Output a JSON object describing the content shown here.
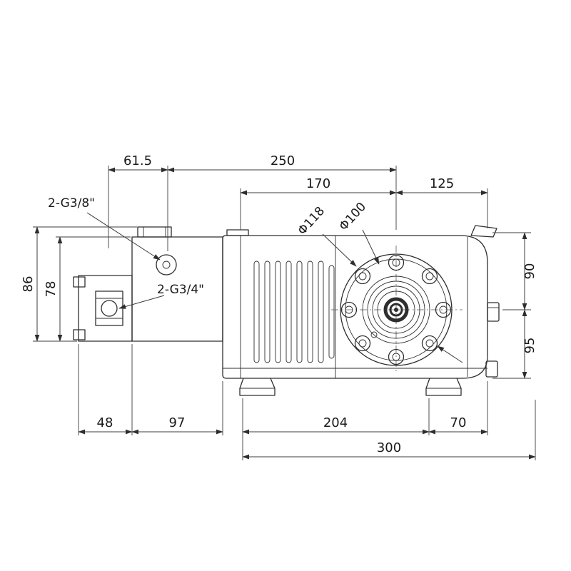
{
  "drawing": {
    "name": "vacuum-pump-dimension-drawing",
    "dims": {
      "d615": "61.5",
      "d250": "250",
      "d170": "170",
      "d125": "125",
      "d86": "86",
      "d78": "78",
      "d90": "90",
      "d95": "95",
      "d48": "48",
      "d97": "97",
      "d204": "204",
      "d70": "70",
      "d300": "300"
    },
    "labels": {
      "port_top": "2-G3/8\"",
      "port_side": "2-G3/4\"",
      "dia_outer": "Φ118",
      "dia_bolt": "Φ100"
    },
    "colors": {
      "line": "#2e2e2e",
      "dimension": "#3c3c3c",
      "text": "#1a1a1a",
      "background": "#ffffff"
    }
  }
}
